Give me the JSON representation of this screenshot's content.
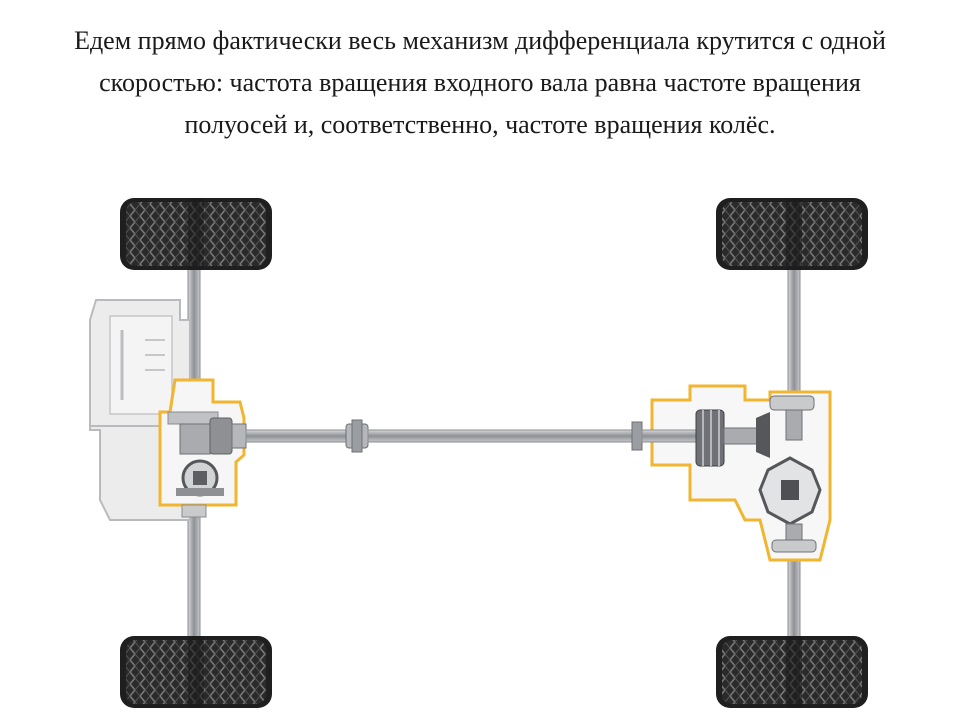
{
  "caption": {
    "line1": "Едем прямо фактически весь механизм дифференциала крутится с одной",
    "line2": "скоростью: частота вращения входного вала равна частоте вращения",
    "line3": "полуосей и, соответственно, частоте вращения колёс."
  },
  "colors": {
    "outline": "#f2b530",
    "metal": "#9a9da2",
    "tire": "#2b2b2b",
    "housing": "#e6e6e6"
  }
}
